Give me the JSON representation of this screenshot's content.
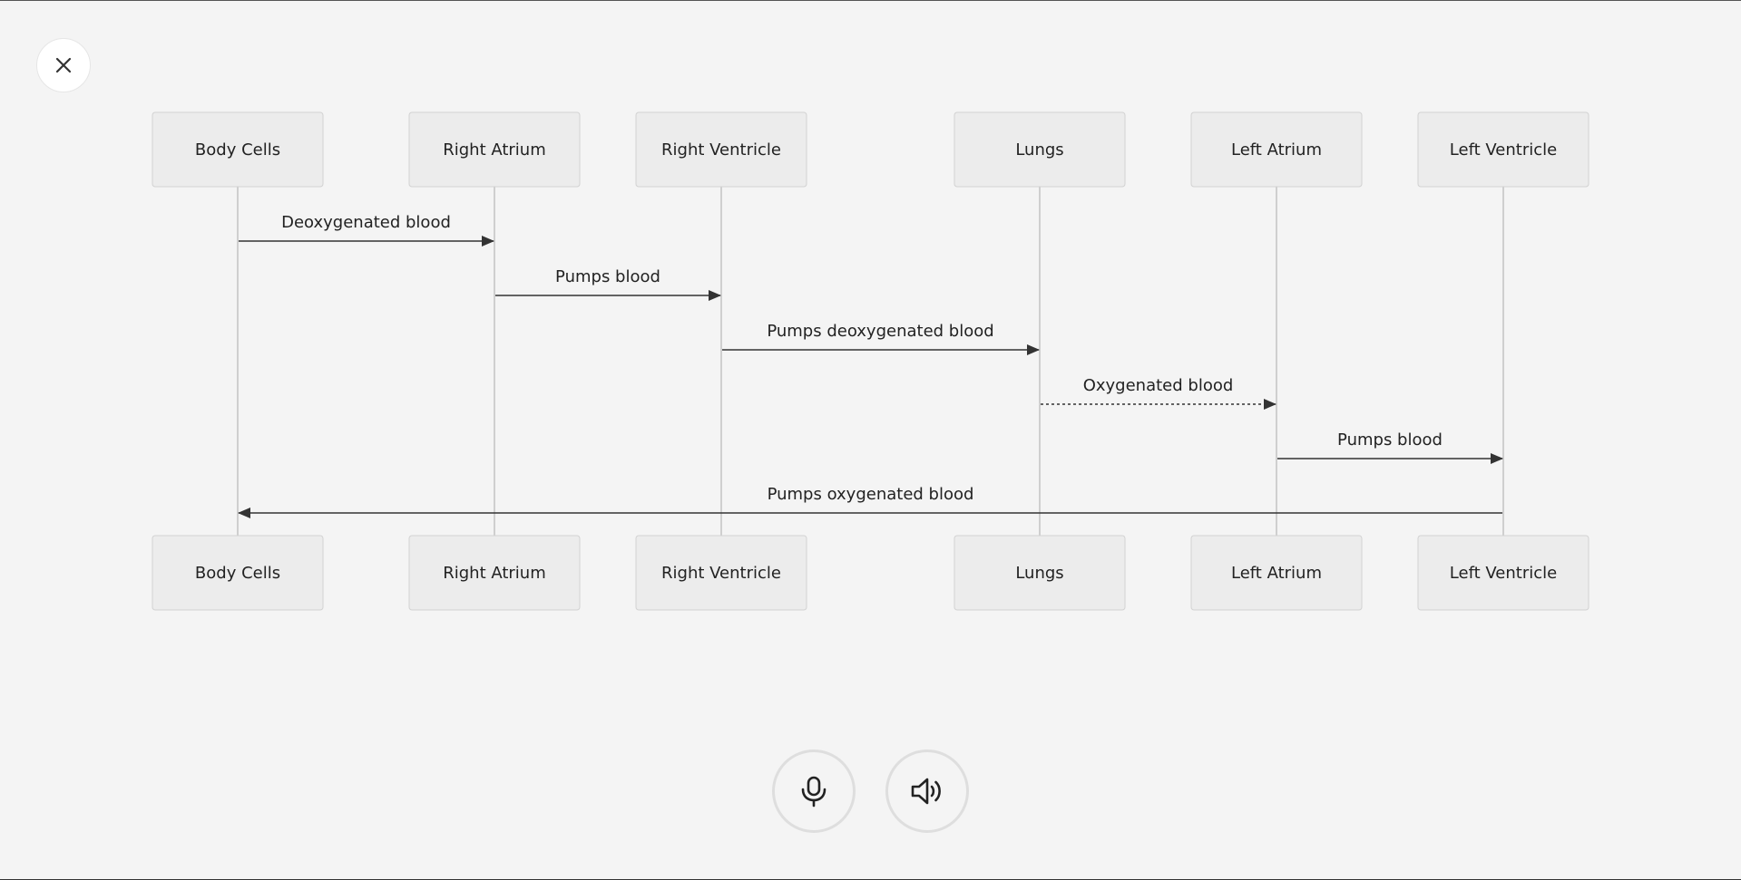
{
  "toolbar": {
    "close_icon": "close-icon"
  },
  "diagram": {
    "type": "sequence",
    "participants": [
      "Body Cells",
      "Right Atrium",
      "Right Ventricle",
      "Lungs",
      "Left Atrium",
      "Left Ventricle"
    ],
    "messages": [
      {
        "from": "Body Cells",
        "to": "Right Atrium",
        "label": "Deoxygenated blood",
        "style": "solid"
      },
      {
        "from": "Right Atrium",
        "to": "Right Ventricle",
        "label": "Pumps blood",
        "style": "solid"
      },
      {
        "from": "Right Ventricle",
        "to": "Lungs",
        "label": "Pumps deoxygenated blood",
        "style": "solid"
      },
      {
        "from": "Lungs",
        "to": "Left Atrium",
        "label": "Oxygenated blood",
        "style": "dotted"
      },
      {
        "from": "Left Atrium",
        "to": "Left Ventricle",
        "label": "Pumps blood",
        "style": "solid"
      },
      {
        "from": "Left Ventricle",
        "to": "Body Cells",
        "label": "Pumps oxygenated blood",
        "style": "solid"
      }
    ]
  },
  "controls": {
    "mic_icon": "microphone-icon",
    "speaker_icon": "speaker-icon"
  },
  "colors": {
    "background": "#f4f4f4",
    "actor_fill": "#ececec",
    "lifeline": "#cfcfcf",
    "arrow": "#333333"
  }
}
